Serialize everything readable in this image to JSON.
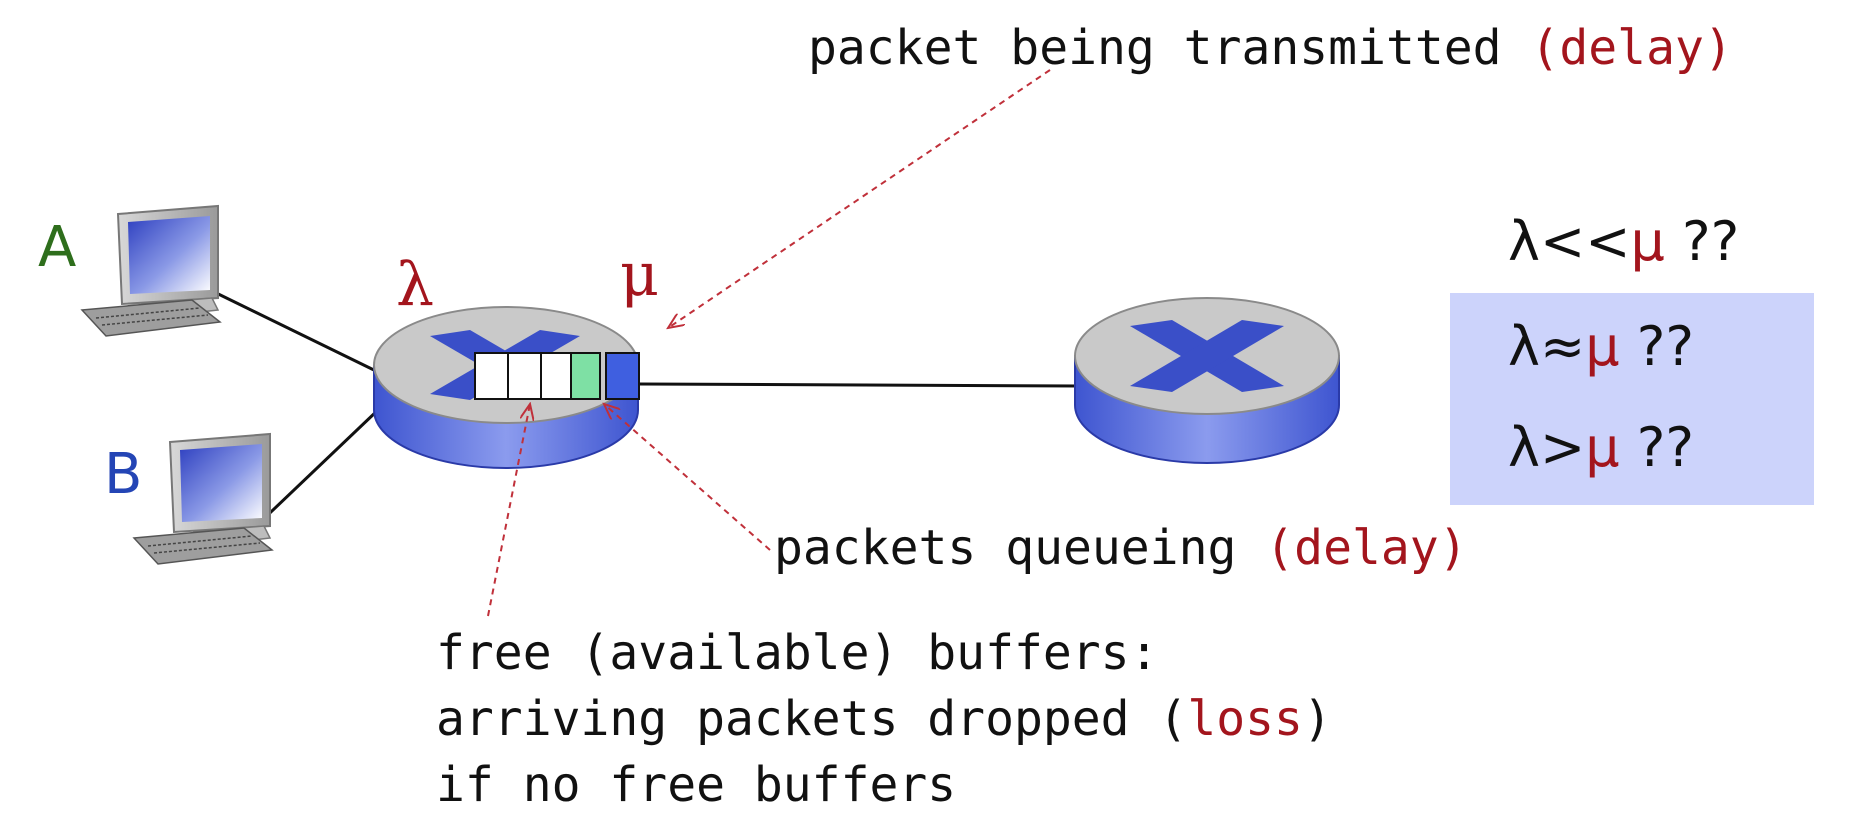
{
  "colors": {
    "accent_red": "#a3151d",
    "host_a_green": "#2e6e1c",
    "host_b_blue": "#2445b5",
    "router_blue": "#4a5fd8",
    "queue_green": "#7ee0a4",
    "queue_blue": "#3f5fe0",
    "condition_box": "#ccd3fb"
  },
  "hosts": [
    {
      "label": "A",
      "icon": "desktop-computer-icon"
    },
    {
      "label": "B",
      "icon": "desktop-computer-icon"
    }
  ],
  "routers": [
    {
      "icon": "router-icon",
      "input_rate": "λ",
      "output_rate": "μ"
    },
    {
      "icon": "router-icon"
    }
  ],
  "queue": {
    "free_buffers": 3,
    "queued_packets": 1,
    "transmitting_packets": 1
  },
  "annotations": {
    "transmitted": {
      "text": "packet being transmitted ",
      "highlight": "(delay)"
    },
    "queueing": {
      "text": "packets queueing ",
      "highlight": "(delay)"
    },
    "buffers": {
      "line1": "free (available) buffers:",
      "line2_pre": "arriving packets dropped (",
      "line2_highlight": "loss",
      "line2_post": ")",
      "line3": "if no free buffers"
    }
  },
  "conditions": [
    {
      "lambda": "λ",
      "op": "<<",
      "mu": "μ",
      "suffix": " ??"
    },
    {
      "lambda": "λ",
      "op": "≈",
      "mu": "μ",
      "suffix": " ??"
    },
    {
      "lambda": "λ",
      "op": ">",
      "mu": "μ",
      "suffix": " ??"
    }
  ]
}
